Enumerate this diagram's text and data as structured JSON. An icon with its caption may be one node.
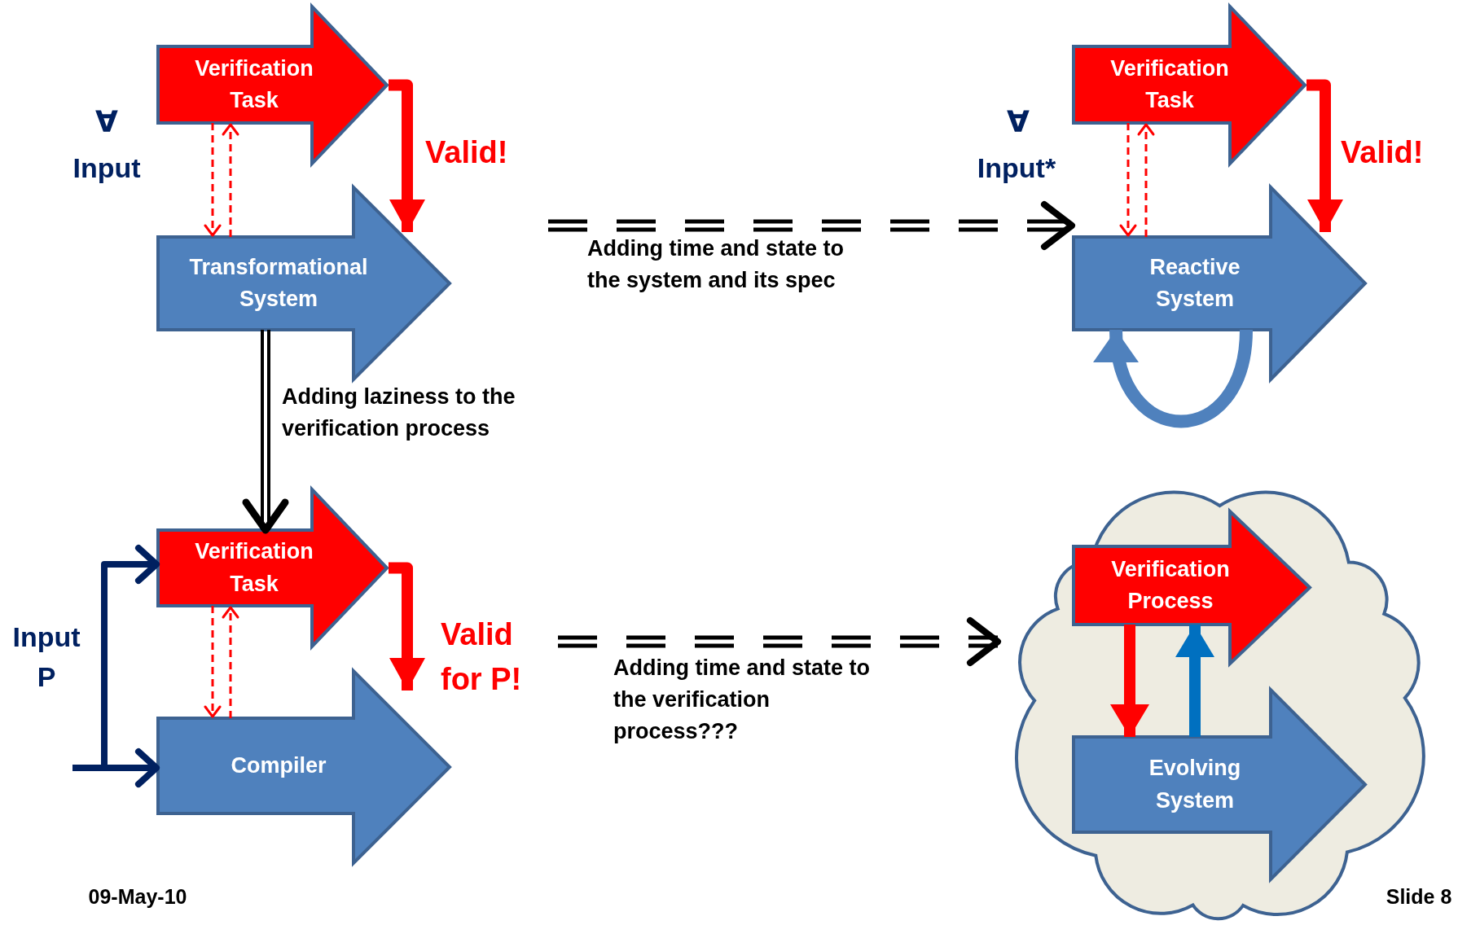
{
  "diagram": {
    "nodes": [
      {
        "text": [
          "Verification Task"
        ]
      },
      {
        "text": [
          "Transformational System"
        ]
      },
      {
        "text": [
          "Verification Task"
        ]
      },
      {
        "text": [
          "Reactive System"
        ]
      },
      {
        "text": [
          "Verification Task"
        ]
      },
      {
        "text": [
          "Compiler"
        ]
      },
      {
        "text": [],
        "shape": "cloud"
      },
      {
        "text": [
          "Verification Process"
        ],
        "in": 6
      },
      {
        "text": [
          "Evolving System"
        ],
        "in": 6
      }
    ],
    "edges": [
      {
        "from": 0,
        "to": 1,
        "arrow": "to",
        "label": "Valid!",
        "style": "thick",
        "color": "#ff0000"
      },
      {
        "from": 0,
        "to": 1,
        "arrow": "to",
        "style": "dashed",
        "color": "#ff0000"
      },
      {
        "from": 1,
        "to": 0,
        "arrow": "to",
        "style": "dashed",
        "color": "#ff0000"
      },
      {
        "from": 1,
        "to": 3,
        "arrow": "to",
        "label": "Adding time and state to the system and its spec",
        "style": "dashed",
        "color": "#000000"
      },
      {
        "from": 1,
        "to": 4,
        "arrow": "to",
        "label": "Adding laziness to the verification process",
        "color": "#000000"
      },
      {
        "from": 2,
        "to": 3,
        "arrow": "to",
        "label": "Valid!",
        "style": "thick",
        "color": "#ff0000"
      },
      {
        "from": 2,
        "to": 3,
        "arrow": "to",
        "style": "dashed",
        "color": "#ff0000"
      },
      {
        "from": 3,
        "to": 2,
        "arrow": "to",
        "style": "dashed",
        "color": "#ff0000"
      },
      {
        "from": 3,
        "to": 3,
        "arrow": "to",
        "style": "thick",
        "color": "#4f81bd"
      },
      {
        "from": null,
        "to": 4,
        "arrow": "to",
        "color": "#002060"
      },
      {
        "from": null,
        "to": 5,
        "arrow": "to",
        "color": "#002060"
      },
      {
        "from": 4,
        "to": 5,
        "arrow": "to",
        "label": "Valid for P!",
        "style": "thick",
        "color": "#ff0000"
      },
      {
        "from": 4,
        "to": 5,
        "arrow": "to",
        "style": "dashed",
        "color": "#ff0000"
      },
      {
        "from": 5,
        "to": 4,
        "arrow": "to",
        "style": "dashed",
        "color": "#ff0000"
      },
      {
        "from": 4,
        "to": 6,
        "arrow": "to",
        "label": "Adding time and state to the verification process???",
        "style": "dashed",
        "color": "#000000"
      },
      {
        "from": 7,
        "to": 8,
        "arrow": "to",
        "style": "thick",
        "color": "#ff0000"
      },
      {
        "from": 8,
        "to": 7,
        "arrow": "to",
        "style": "thick",
        "color": "#0070c0"
      }
    ],
    "labels": [
      "∀",
      "Input",
      "∀",
      "Input*",
      "Input P",
      "09-May-10",
      "Slide 8"
    ]
  }
}
